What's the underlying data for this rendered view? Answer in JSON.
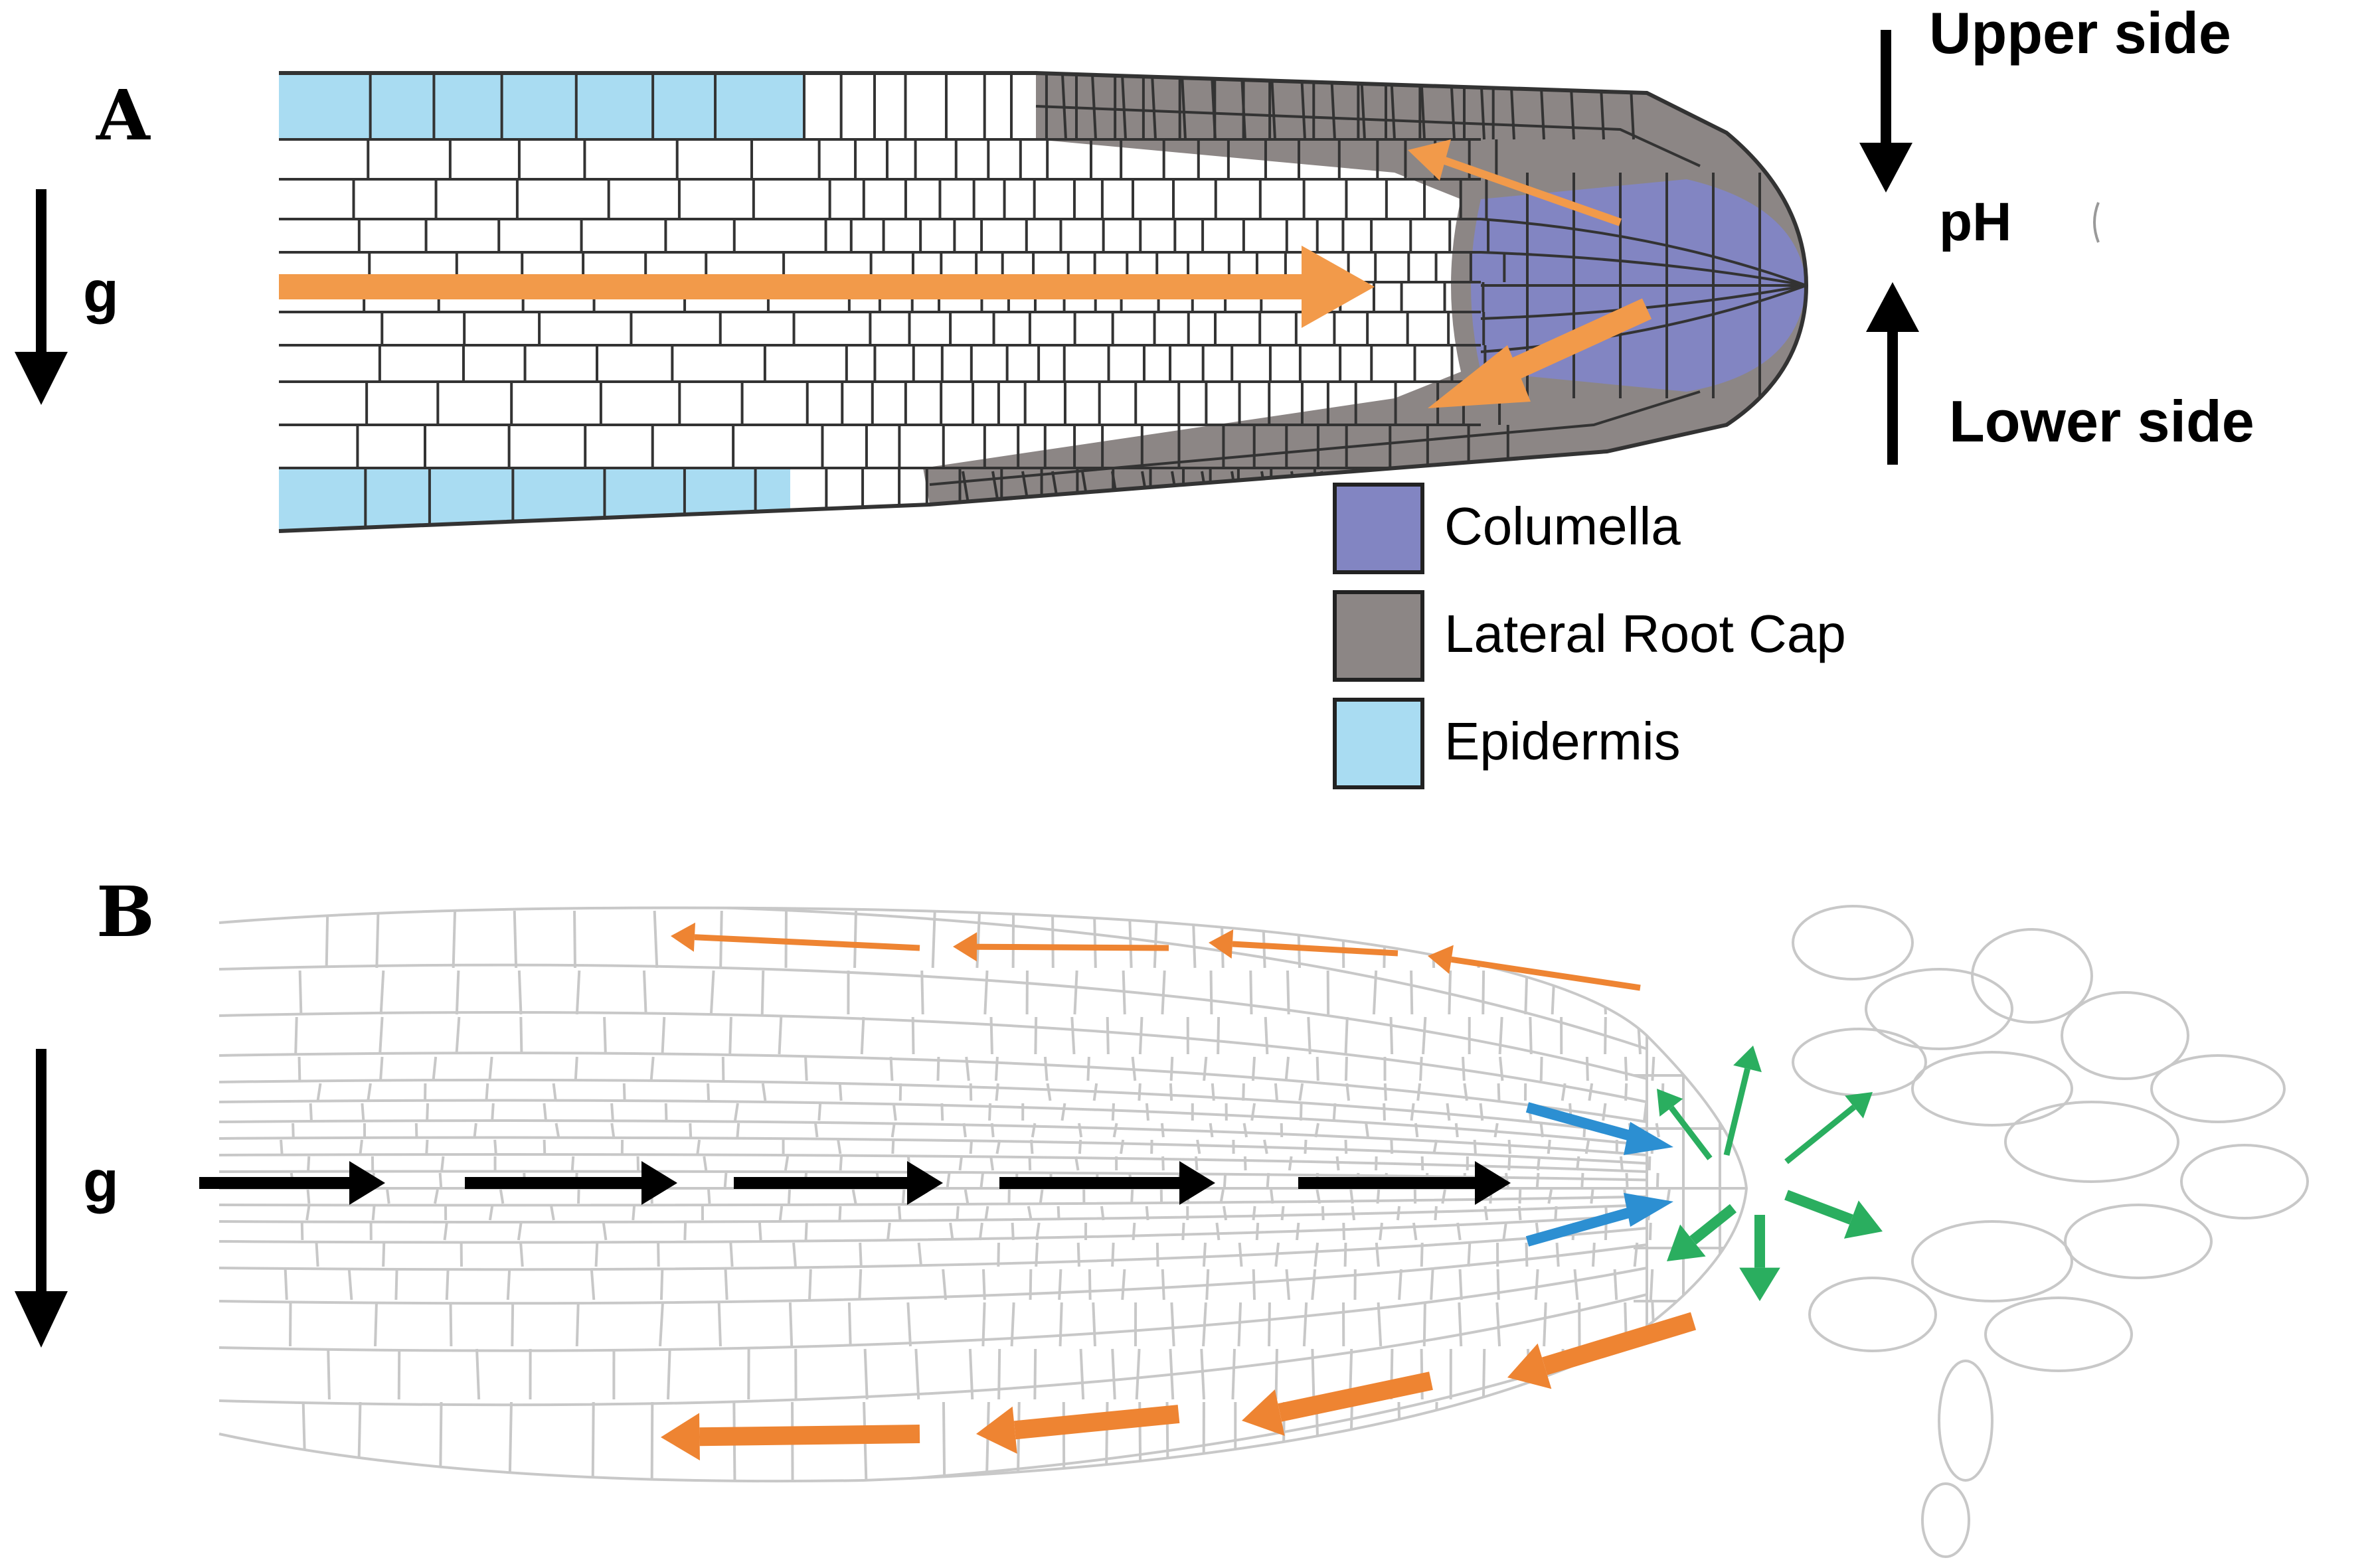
{
  "panel_a": {
    "letter": "A",
    "gravity_label": "g",
    "upper_side_label": "Upper side",
    "ph_label": "pH",
    "lower_side_label": "Lower side",
    "legend": [
      {
        "label": "Columella",
        "color": "#8285c2"
      },
      {
        "label": "Lateral Root Cap",
        "color": "#8c8685"
      },
      {
        "label": "Epidermis",
        "color": "#a9dcf2"
      }
    ]
  },
  "panel_b": {
    "letter": "B",
    "gravity_label": "g"
  },
  "colors": {
    "orange_arrow": "#f29a4a",
    "orange_arrow_b": "#ee8432",
    "blue_arrow": "#2c8fd2",
    "green_arrow": "#2aae5f",
    "black": "#000000",
    "cell_outline_a": "#333333",
    "cell_outline_b": "#c8c8c8"
  }
}
